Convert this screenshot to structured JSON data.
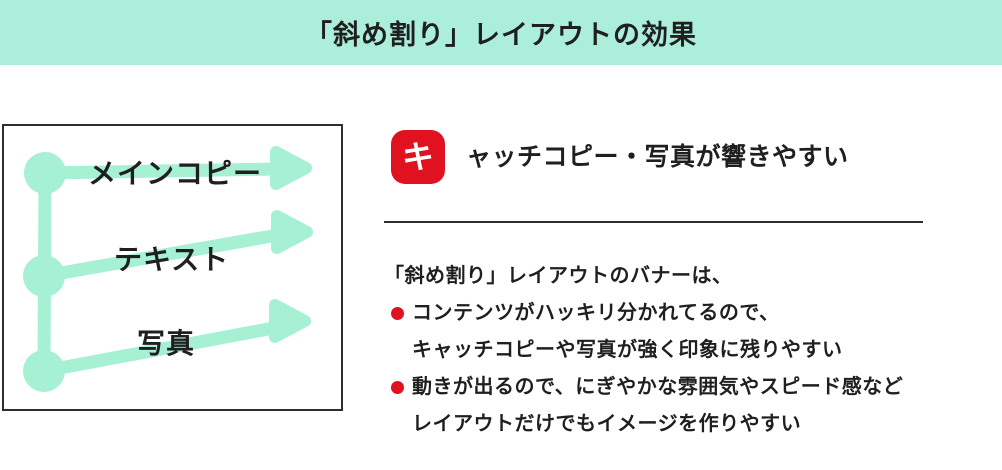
{
  "colors": {
    "header_bg": "#abeeda",
    "mint": "#a6f0d4",
    "accent": "#e0121f",
    "ink": "#1f1f1f",
    "line": "#2e2e2e"
  },
  "header": {
    "title": "「斜め割り」レイアウトの効果"
  },
  "diagram": {
    "labels": [
      {
        "text": "メインコピー"
      },
      {
        "text": "テキスト"
      },
      {
        "text": "写真"
      }
    ]
  },
  "feature": {
    "badge_letter": "キ",
    "heading": "ャッチコピー・写真が響きやすい",
    "intro": "「斜め割り」レイアウトのバナーは、",
    "bullets": [
      {
        "line1": "コンテンツがハッキリ分かれてるので、",
        "line2": "キャッチコピーや写真が強く印象に残りやすい"
      },
      {
        "line1": "動きが出るので、にぎやかな雰囲気やスピード感など",
        "line2": "レイアウトだけでもイメージを作りやすい"
      }
    ]
  }
}
